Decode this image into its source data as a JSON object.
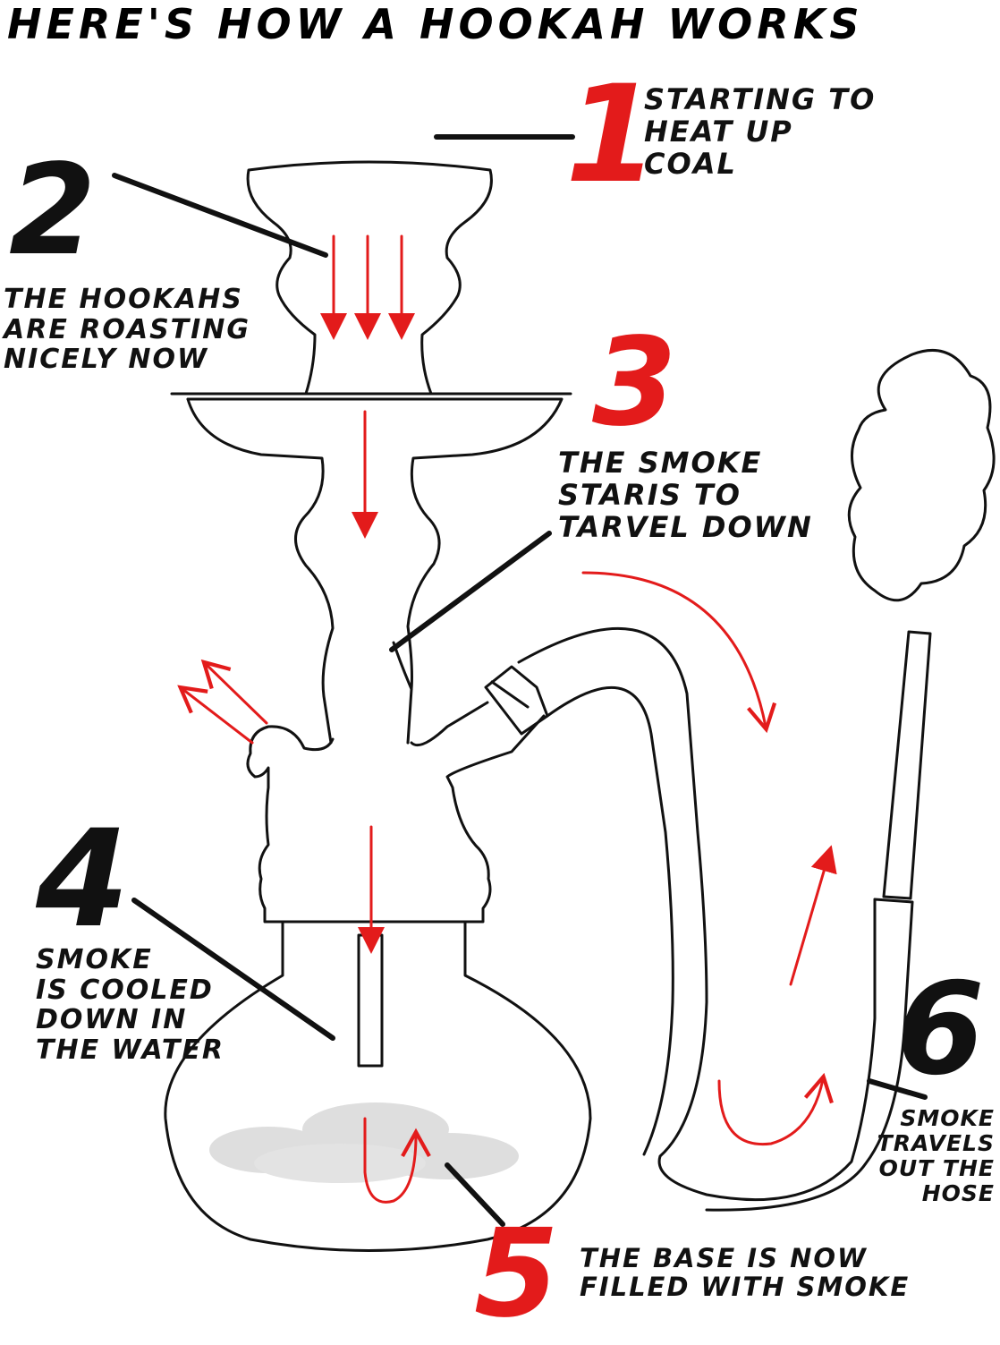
{
  "title": "HERE'S HOW A HOOKAH WORKS",
  "colors": {
    "ink": "#111111",
    "accent": "#e31b1b",
    "smoke": "#dedede"
  },
  "steps": [
    {
      "number": "1",
      "text": "STARTING TO\nHEAT UP\nCOAL",
      "number_color": "#e31b1b"
    },
    {
      "number": "2",
      "text": "THE HOOKAHS\nARE ROASTING\nNICELY NOW",
      "number_color": "#111111"
    },
    {
      "number": "3",
      "text": "THE SMOKE\nSTARIS TO\nTARVEL DOWN",
      "number_color": "#e31b1b"
    },
    {
      "number": "4",
      "text": "SMOKE\nIS COOLED\nDOWN IN\nTHE WATER",
      "number_color": "#111111"
    },
    {
      "number": "5",
      "text": "THE BASE IS NOW\nFILLED WITH SMOKE",
      "number_color": "#e31b1b"
    },
    {
      "number": "6",
      "text": "SMOKE\nTRAVELS\nOUT THE\nHOSE",
      "number_color": "#111111"
    }
  ]
}
